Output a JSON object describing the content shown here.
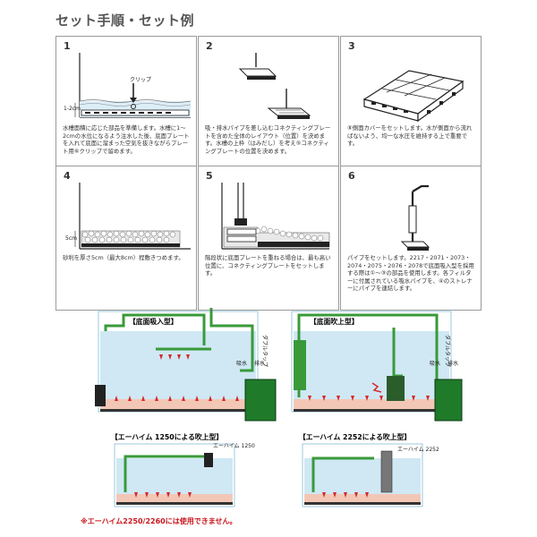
{
  "page": {
    "title": "セット手順・セット例"
  },
  "steps": [
    {
      "number": "1",
      "text": "水槽面積に応じた部品を準備します。水槽に1〜2cmの水位になるよう注水した後、底面プレートを入れて底面に溜まった空気を抜きながらプレート用⑥クリップで留めます。",
      "labels": {
        "clip": "クリップ",
        "depth": "1-2cm"
      }
    },
    {
      "number": "2",
      "text": "吸・排水パイプを差し込むコネクティングプレートを含めた全体のレイアウト（位置）を決めます。水槽の上枠（はみだし）を考え⑤コネクティングプレートの位置を決めます。"
    },
    {
      "number": "3",
      "text": "⑧側面カバーをセットします。水が側面から流ればないよう、均一な水圧を維持する上で重要です。"
    },
    {
      "number": "4",
      "text": "砂利を厚さ5cm（最大8cm）程敷きつめます。",
      "labels": {
        "depth": "5cm"
      }
    },
    {
      "number": "5",
      "text": "階段状に底面プレートを重ねる場合は、最も高い位置に、コネクティングプレートをセットします。"
    },
    {
      "number": "6",
      "text": "パイプをセットします。2217・2071・2073・2074・2075・2076・2078で底面吸入型を採用する際は①〜③の部品を使用します。各フィルターに付属されている吸水パイプを、④のストレナーにパイプを連結します。"
    }
  ],
  "diagrams": {
    "intake": {
      "title": "【底面吸入型】",
      "labels": {
        "double_tap": "ダブルタップ",
        "intake": "吸水",
        "outlet": "排水"
      }
    },
    "exhaust": {
      "title": "【底面吹上型】",
      "labels": {
        "double_tap": "ダブルタップ",
        "intake": "吸水",
        "outlet": "排水"
      }
    },
    "eheim1250": {
      "title": "【エーハイム 1250による吹上型】",
      "labels": {
        "model": "エーハイム 1250"
      }
    },
    "eheim2252": {
      "title": "【エーハイム 2252による吹上型】",
      "labels": {
        "model": "エーハイム 2252"
      }
    }
  },
  "footer": {
    "note": "※エーハイム2250/2260には使用できません。"
  },
  "colors": {
    "water": "#cfe8f4",
    "gravel": "#f3c7b6",
    "pipe": "#3a9a3a",
    "filter": "#1f7a2a",
    "arrow": "#d42a2a",
    "title_blue": "#2a6fb0",
    "warning": "#c8161d"
  }
}
